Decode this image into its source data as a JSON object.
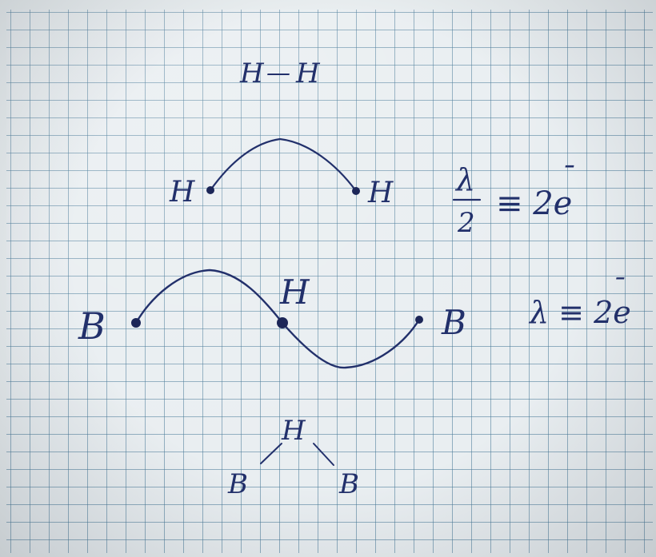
{
  "notes": {
    "h2_bond": {
      "left_atom": "Н",
      "bond": "—",
      "right_atom": "Н"
    },
    "h2_orbital": {
      "left_atom": "Н",
      "right_atom": "Н"
    },
    "fraction_label": {
      "numerator": "λ",
      "denominator": "2",
      "equiv": "≡ 2e",
      "superscript": "¯"
    },
    "bhb_wave": {
      "left_atom": "В",
      "center_atom": "Н",
      "right_atom": "В"
    },
    "wavelength_label": {
      "text": "λ ≡ 2e",
      "superscript": "¯"
    },
    "bridge": {
      "top_atom": "Н",
      "left_atom": "В",
      "right_atom": "В"
    }
  },
  "colors": {
    "ink": "#22306b",
    "grid": "#4a7d97",
    "paper": "#e9eef1"
  }
}
